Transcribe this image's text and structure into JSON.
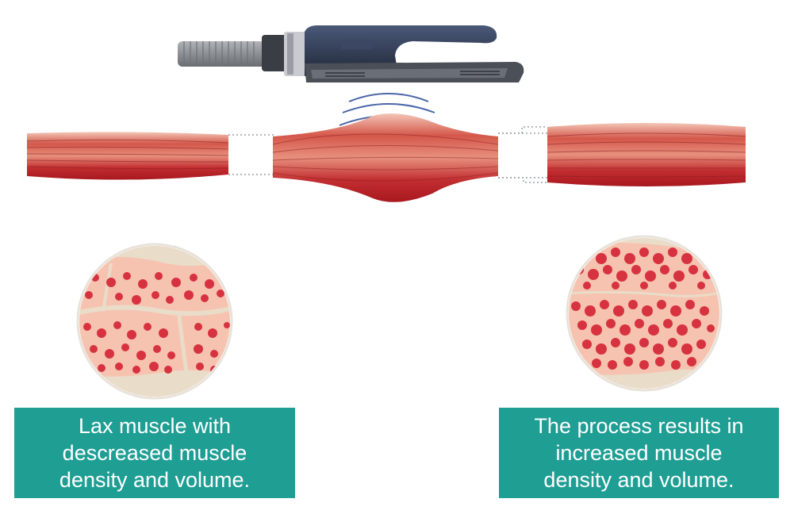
{
  "captions": {
    "left": [
      "Lax muscle with",
      "descreased muscle",
      "density and volume."
    ],
    "right": [
      "The process results in",
      "increased muscle",
      "density and volume."
    ]
  },
  "colors": {
    "caption_bg": "#1f9e94",
    "caption_text": "#ffffff",
    "muscle_dark": "#b8202a",
    "muscle_mid": "#d85a4c",
    "muscle_light": "#f0b8a8",
    "tissue_bg": "#f6c3b0",
    "cell_red": "#d7323f",
    "membrane": "#e9dcc9",
    "device_body": "#2e3a52",
    "device_plate": "#5a5e66",
    "cable": "#8c8f94",
    "wave": "#4a66a8"
  },
  "icons": [
    "device-handpiece-icon",
    "wave-icon",
    "muscle-fiber-icon",
    "muscle-tissue-icon"
  ]
}
